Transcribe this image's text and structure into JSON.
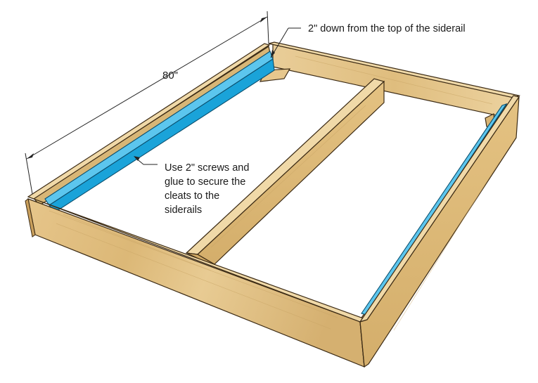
{
  "dimension": {
    "length_label": "80\""
  },
  "annotations": {
    "cleat_height": "2\" down from the top of the siderail",
    "screws_lines": [
      "Use 2\" screws and",
      "glue to secure the",
      "cleats to the",
      "siderails"
    ]
  },
  "colors": {
    "wood_light": "#e8c98f",
    "wood_mid": "#d9b574",
    "wood_dark": "#c79f5a",
    "wood_edge": "#3b2a14",
    "cleat_blue": "#1aa3d9",
    "cleat_blue_dark": "#0b6f99",
    "cleat_blue_light": "#5cc6ee"
  }
}
